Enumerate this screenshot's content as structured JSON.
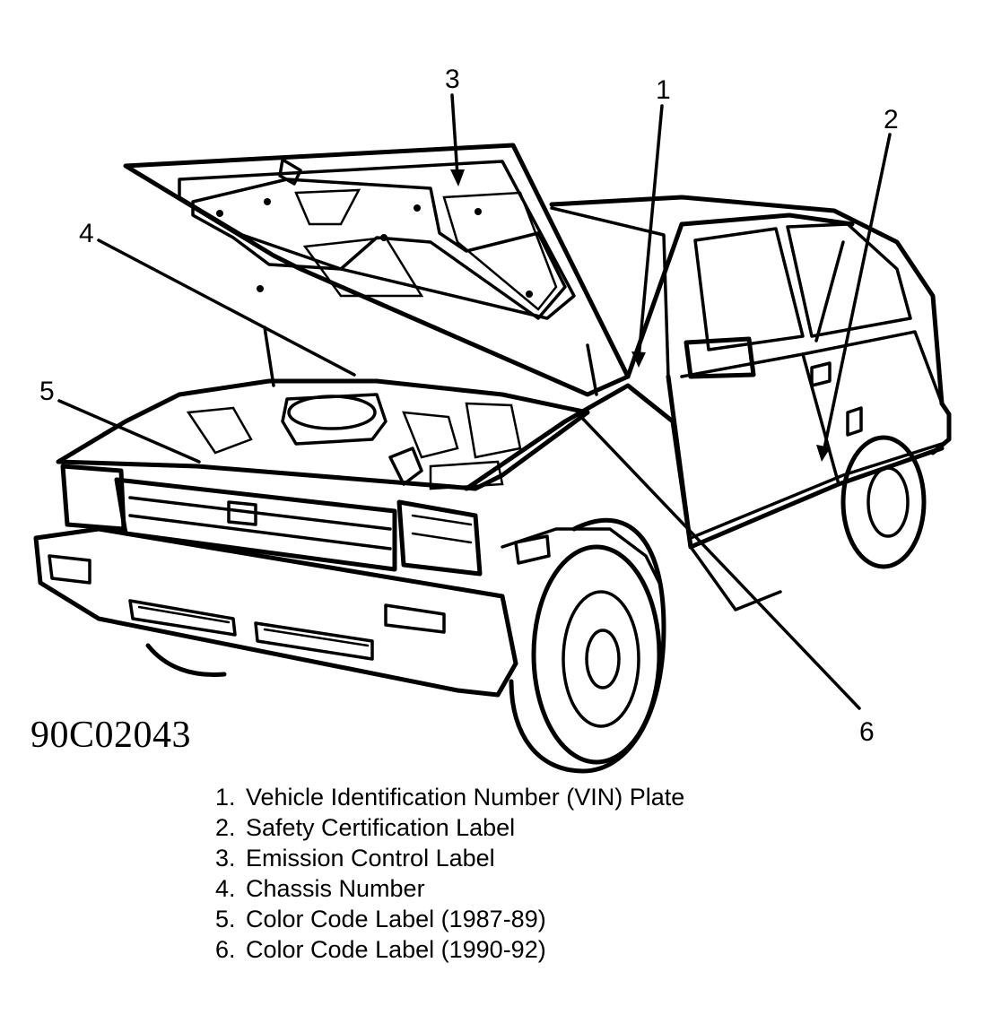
{
  "figure_id": "90C02043",
  "callouts": [
    {
      "number": "1"
    },
    {
      "number": "2"
    },
    {
      "number": "3"
    },
    {
      "number": "4"
    },
    {
      "number": "5"
    },
    {
      "number": "6"
    }
  ],
  "legend": [
    {
      "number": "1.",
      "text": "Vehicle Identification Number (VIN) Plate"
    },
    {
      "number": "2.",
      "text": "Safety Certification Label"
    },
    {
      "number": "3.",
      "text": "Emission Control Label"
    },
    {
      "number": "4.",
      "text": "Chassis Number"
    },
    {
      "number": "5.",
      "text": "Color Code Label (1987-89)"
    },
    {
      "number": "6.",
      "text": "Color Code Label (1990-92)"
    }
  ]
}
